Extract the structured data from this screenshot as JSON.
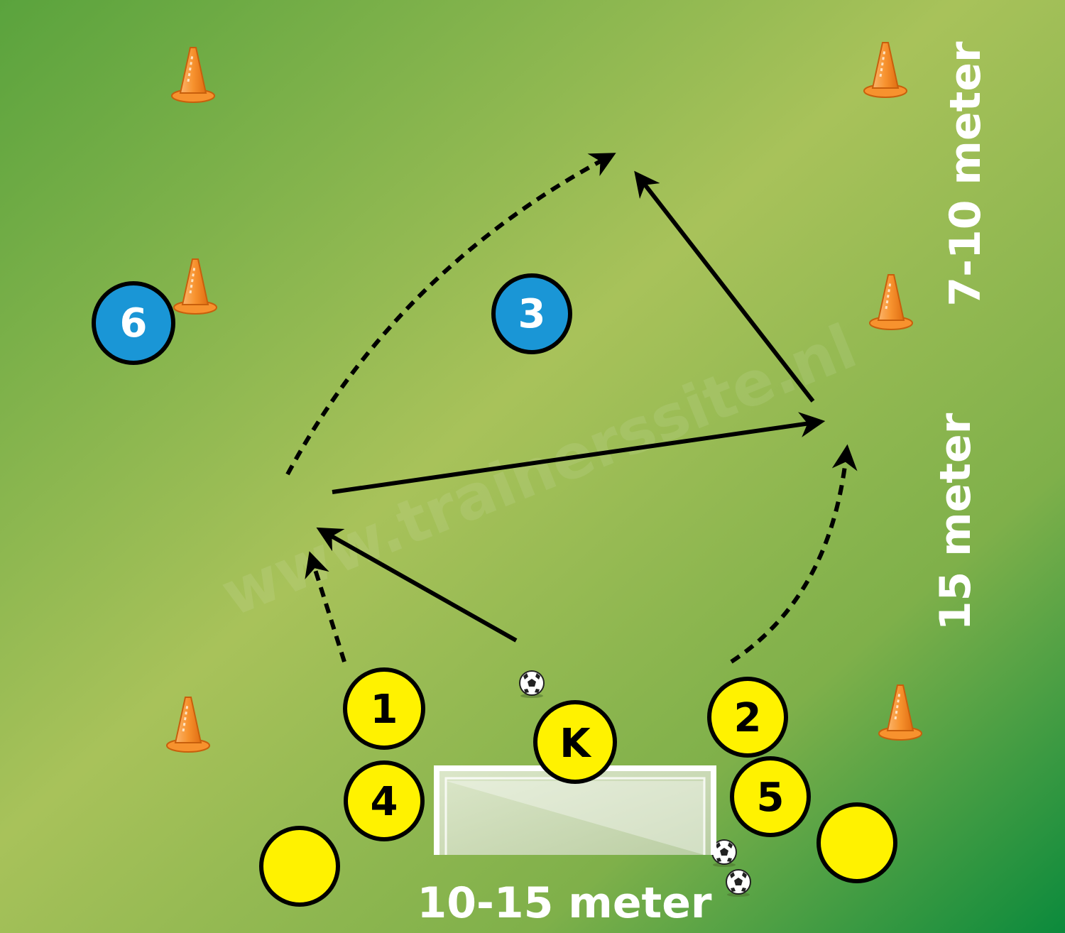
{
  "diagram": {
    "players": {
      "p1": "1",
      "p2": "2",
      "p3": "3",
      "p4": "4",
      "p5": "5",
      "p6": "6",
      "keeper": "K"
    },
    "dimensions": {
      "width": "10-15 meter",
      "length": "15 meter",
      "zone": "7-10 meter"
    },
    "watermark": "www.trainerssite.nl",
    "colors": {
      "field_light": "#a8c25a",
      "field_dark": "#0b8a3c",
      "attacker": "#fff200",
      "defender": "#1a96d6",
      "cone": "#f7922e",
      "arrow": "#000000",
      "text": "#ffffff"
    },
    "icons": [
      "cone-icon",
      "ball-icon",
      "goal-icon"
    ]
  }
}
